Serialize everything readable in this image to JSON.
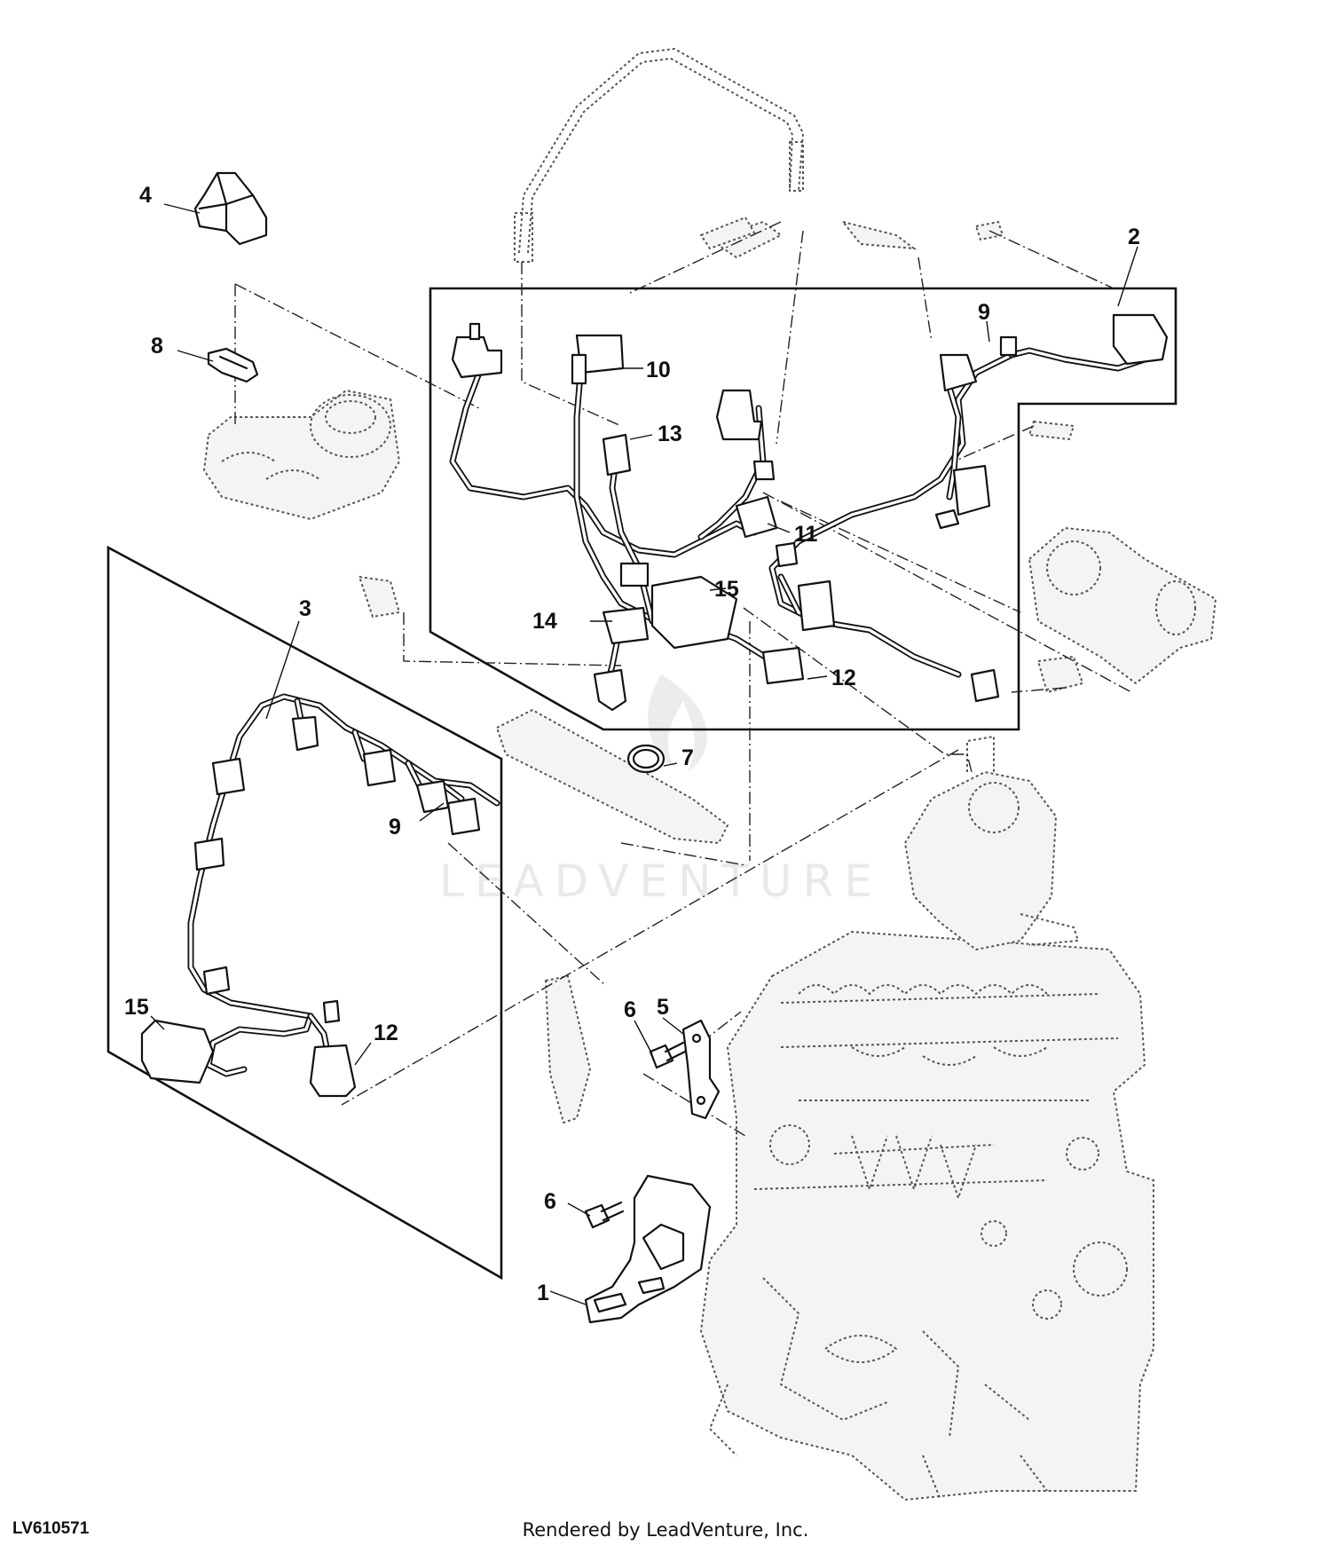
{
  "diagram": {
    "callouts": [
      "1",
      "2",
      "3",
      "4",
      "5",
      "6",
      "6",
      "7",
      "8",
      "9",
      "9",
      "10",
      "11",
      "12",
      "12",
      "13",
      "14",
      "15",
      "15"
    ],
    "watermark": "LEADVENTURE",
    "diagram_id": "LV610571",
    "footer": "Rendered by LeadVenture, Inc."
  }
}
